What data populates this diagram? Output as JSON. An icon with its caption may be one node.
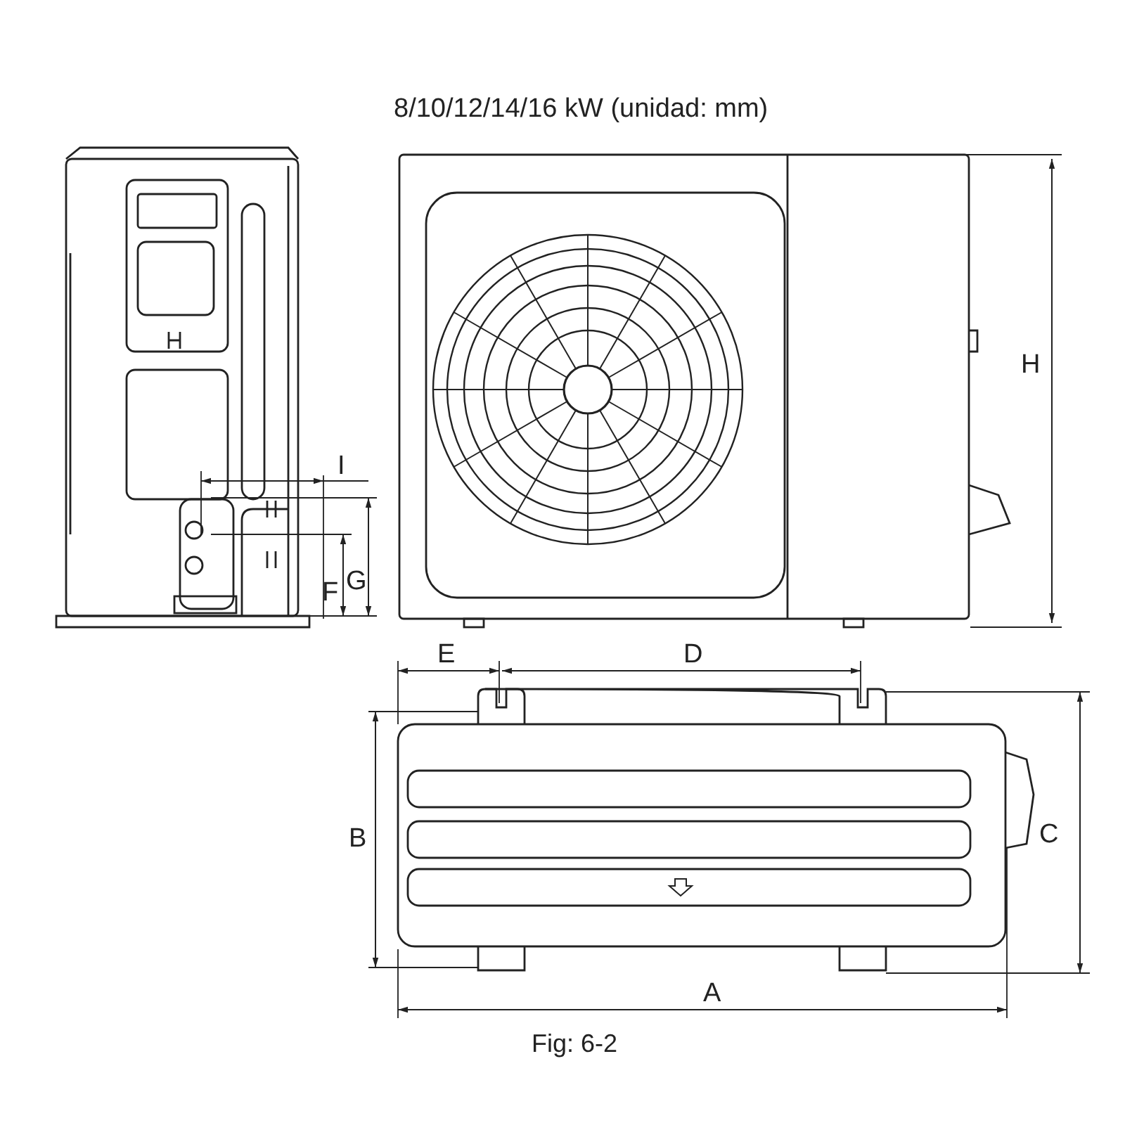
{
  "diagram": {
    "title": "8/10/12/14/16 kW (unidad: mm)",
    "caption": "Fig: 6-2",
    "labels": [
      "H",
      "I",
      "F",
      "G",
      "E",
      "D",
      "B",
      "C",
      "A"
    ]
  }
}
